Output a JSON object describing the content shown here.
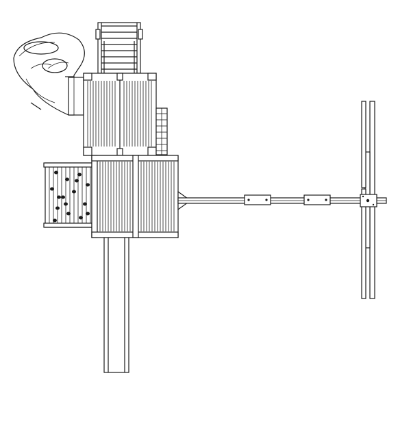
{
  "diagram": {
    "title": "",
    "view": "plan",
    "line_color": "#1a1a1a",
    "background_color": "#ffffff",
    "components": [
      "spiral-tube-slide",
      "upper-deck",
      "access-ladder",
      "side-rail",
      "rock-climbing-wall",
      "lower-deck",
      "straight-slide",
      "swing-beam",
      "swing-seat-1",
      "swing-seat-2",
      "a-frame-leg"
    ]
  }
}
